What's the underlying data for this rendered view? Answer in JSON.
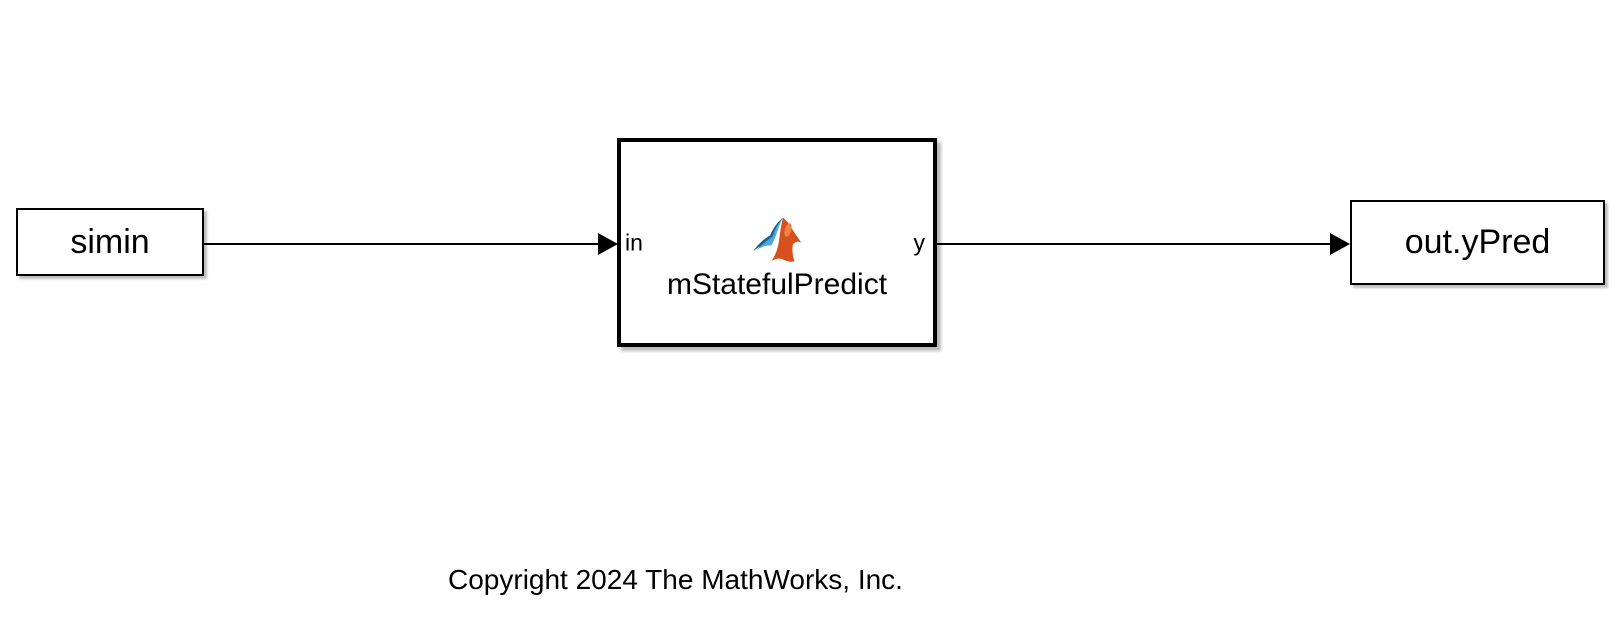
{
  "diagram": {
    "source_block": {
      "label": "simin"
    },
    "function_block": {
      "name": "mStatefulPredict",
      "input_port": "in",
      "output_port": "y",
      "icon": "matlab-logo-icon"
    },
    "sink_block": {
      "label": "out.yPred"
    },
    "annotation": {
      "copyright": "Copyright 2024 The MathWorks, Inc."
    }
  },
  "colors": {
    "canvas": "#ffffff",
    "block_border": "#000000",
    "block_fill": "#ffffff",
    "wire": "#000000",
    "logo_blue_dark": "#1e5f8e",
    "logo_blue": "#4ba6dc",
    "logo_orange": "#d6511e",
    "logo_orange_light": "#ee8443"
  }
}
